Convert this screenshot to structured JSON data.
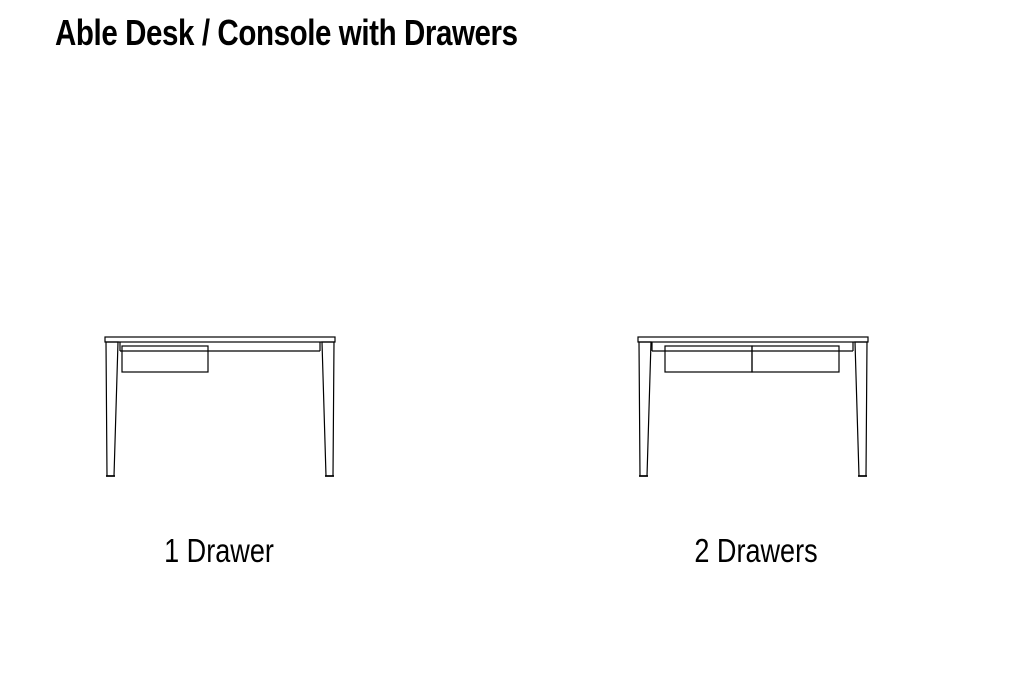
{
  "title": "Able Desk / Console with Drawers",
  "variants": [
    {
      "label": "1 Drawer",
      "drawers": 1
    },
    {
      "label": "2 Drawers",
      "drawers": 2
    }
  ],
  "colors": {
    "line": "#000000",
    "background": "#ffffff"
  }
}
